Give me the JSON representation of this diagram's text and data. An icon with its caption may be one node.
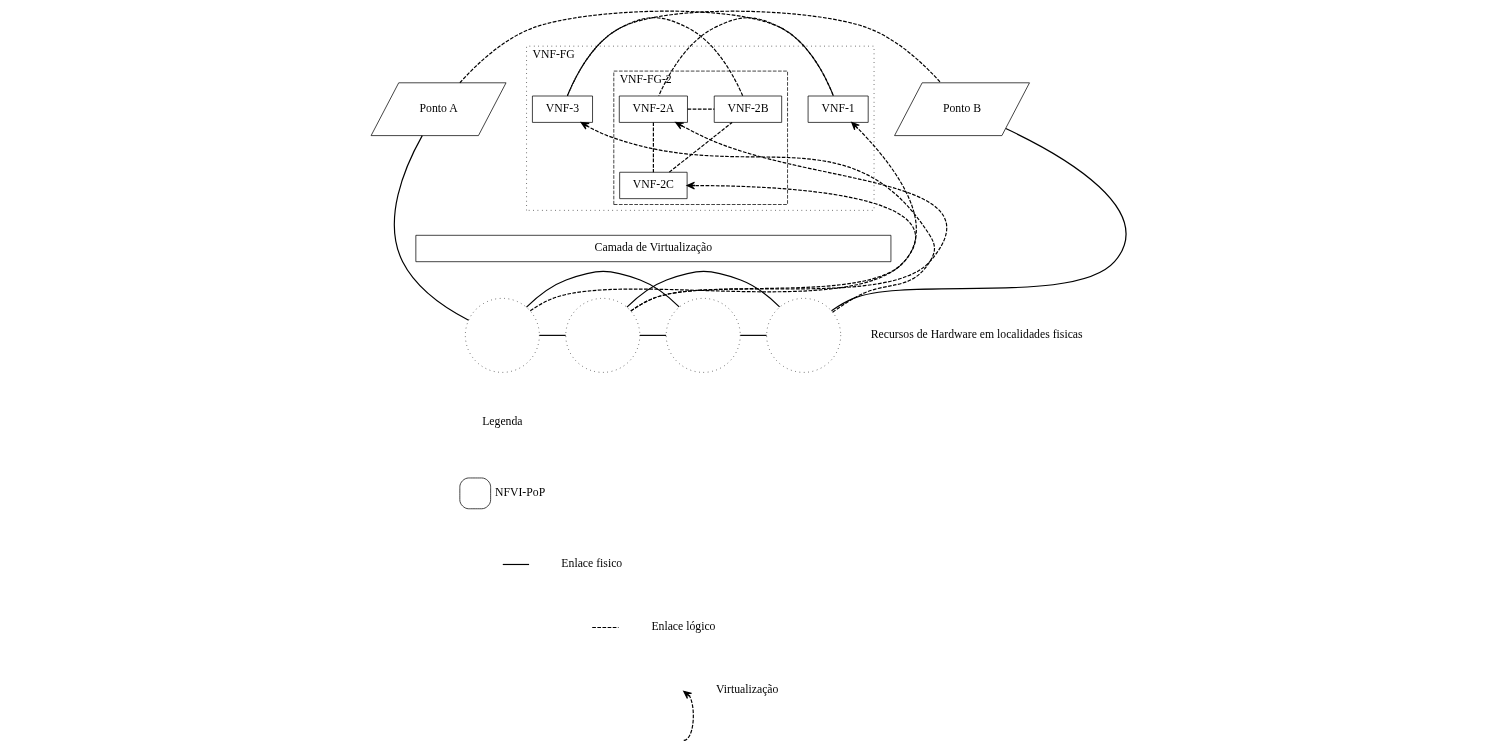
{
  "diagram": {
    "nodes": [
      {
        "text": [
          "VNF-FG"
        ]
      },
      {
        "text": [
          "VNF-FG-2"
        ],
        "in": 0
      },
      {
        "text": [
          "VNF-1"
        ],
        "in": 0
      },
      {
        "text": [
          "VNF-2A"
        ],
        "in": 1
      },
      {
        "text": [
          "VNF-2B"
        ],
        "in": 1
      },
      {
        "text": [
          "VNF-2C"
        ],
        "in": 1
      },
      {
        "text": [
          "VNF-3"
        ],
        "in": 0
      },
      {
        "text": [
          "Ponto A"
        ]
      },
      {
        "text": [
          "Ponto B"
        ]
      },
      {
        "text": [
          "Camada de Virtualização"
        ]
      },
      {
        "text": [],
        "shape": "circle"
      },
      {
        "text": [],
        "shape": "circle"
      },
      {
        "text": [],
        "shape": "circle"
      },
      {
        "text": [],
        "shape": "circle"
      }
    ],
    "edges": [
      {
        "from": 7,
        "to": 2,
        "arrow": "none",
        "style": "dashed"
      },
      {
        "from": 2,
        "to": 3,
        "arrow": "none",
        "style": "dashed"
      },
      {
        "from": 3,
        "to": 4,
        "arrow": "none",
        "style": "dashed"
      },
      {
        "from": 3,
        "to": 5,
        "arrow": "none",
        "style": "dashed"
      },
      {
        "from": 5,
        "to": 4,
        "arrow": "none",
        "style": "dashed"
      },
      {
        "from": 4,
        "to": 6,
        "arrow": "none",
        "style": "dashed"
      },
      {
        "from": 6,
        "to": 8,
        "arrow": "none",
        "style": "dashed"
      },
      {
        "from": 10,
        "to": 2,
        "arrow": "to",
        "style": "dashed"
      },
      {
        "from": 11,
        "to": 3,
        "arrow": "to",
        "style": "dashed"
      },
      {
        "from": 11,
        "to": 5,
        "arrow": "to",
        "style": "dashed"
      },
      {
        "from": 13,
        "to": 6,
        "arrow": "to",
        "style": "dashed"
      },
      {
        "from": 7,
        "to": 10,
        "arrow": "none"
      },
      {
        "from": 10,
        "to": 11,
        "arrow": "none"
      },
      {
        "from": 10,
        "to": 12,
        "arrow": "none"
      },
      {
        "from": 11,
        "to": 12,
        "arrow": "none"
      },
      {
        "from": 11,
        "to": 13,
        "arrow": "none"
      },
      {
        "from": 12,
        "to": 13,
        "arrow": "none"
      },
      {
        "from": 13,
        "to": 8,
        "arrow": "none"
      }
    ],
    "labels": [
      "Recursos de Hardware em localidades fisicas",
      "Legenda"
    ],
    "legend": [
      {
        "text": "NFVI-PoP"
      },
      {
        "text": "Enlace fisico"
      },
      {
        "text": "Enlace lógico"
      },
      {
        "text": "Virtualização"
      }
    ]
  }
}
